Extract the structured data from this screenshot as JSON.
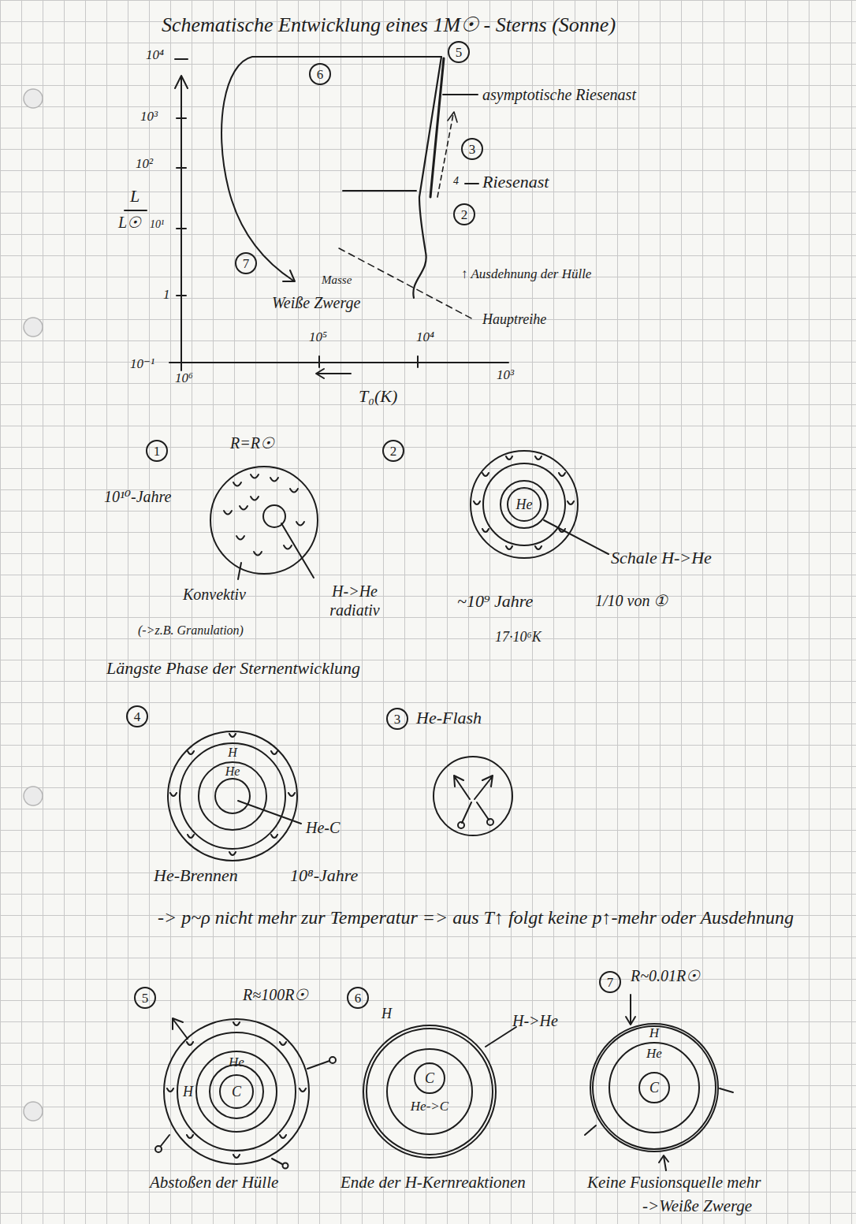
{
  "diagram": {
    "title": "Schematische Entwicklung eines 1M☉ - Sterns (Sonne)",
    "nodes": [
      {
        "text": [
          "He"
        ]
      },
      {
        "text": [
          "H"
        ]
      },
      {
        "text": [
          "He"
        ],
        "in": 1
      },
      {
        "text": [
          "H"
        ]
      },
      {
        "text": [
          "He"
        ],
        "in": 3
      },
      {
        "text": [
          "C"
        ],
        "in": 4
      },
      {
        "text": [
          "H"
        ]
      },
      {
        "text": [
          "He->C"
        ],
        "in": 6
      },
      {
        "text": [
          "C"
        ],
        "in": 7
      },
      {
        "text": [
          "H"
        ]
      },
      {
        "text": [
          "He"
        ],
        "in": 9
      },
      {
        "text": [
          "C"
        ],
        "in": 10
      }
    ],
    "labels": [
      "10⁴",
      "10³",
      "10²",
      "L",
      "L☉",
      "10¹",
      "1",
      "10⁻¹",
      "10⁶",
      "10⁵",
      "10⁴",
      "10³",
      "T₀(K)",
      "6",
      "5",
      "asymptotische Riesenast",
      "3",
      "4",
      "Riesenast",
      "2",
      "↑ Ausdehnung der Hülle",
      "Masse",
      "Weiße Zwerge",
      "7",
      "Hauptreihe",
      "1",
      "R=R☉",
      "10¹⁰-Jahre",
      "Konvektiv",
      "H->He radiativ",
      "(->z.B. Granulation)",
      "Längste Phase der Sternentwicklung",
      "2",
      "Schale H->He",
      "~10⁹ Jahre",
      "1/10 von ①",
      "17·10⁶K",
      "4",
      "He-C",
      "3",
      "He-Flash",
      "He-Brennen",
      "10⁸-Jahre",
      "-> p~ρ nicht mehr zur Temperatur => aus T↑ folgt keine p↑-mehr oder Ausdehnung",
      "5",
      "R≈100R☉",
      "Abstoßen der Hülle",
      "6",
      "H->He",
      "Ende der H-Kernreaktionen",
      "7",
      "R~0.01R☉",
      "Keine Fusionsquelle mehr",
      "->Weiße Zwerge"
    ]
  }
}
